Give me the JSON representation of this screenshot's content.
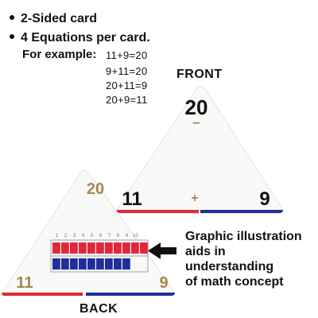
{
  "bullets": [
    {
      "text": "2-Sided card"
    },
    {
      "text": "4 Equations per card."
    }
  ],
  "example_label": "For example:",
  "equations": [
    "11+9=20",
    "9+11=20",
    "20+11=9",
    "20+9=11"
  ],
  "front_card": {
    "label": "FRONT",
    "top_number": "20",
    "top_operator": "−",
    "left_number": "11",
    "center_operator": "+",
    "right_number": "9"
  },
  "back_card": {
    "label": "BACK",
    "top_number": "20",
    "left_number": "11",
    "right_number": "9",
    "scale_numbers": [
      "1",
      "2",
      "3",
      "4",
      "5",
      "6",
      "7",
      "8",
      "9",
      "10"
    ],
    "red_bar_cells": 11,
    "blue_bar_cells": 9
  },
  "illustration_caption": [
    "Graphic illustration",
    "aids in understanding",
    "of math concept"
  ],
  "colors": {
    "red": "#e3263a",
    "blue": "#1f2f9a",
    "gold": "#a8864f",
    "card_fill": "#f9f9f7",
    "card_stroke": "#e4e4e2"
  }
}
